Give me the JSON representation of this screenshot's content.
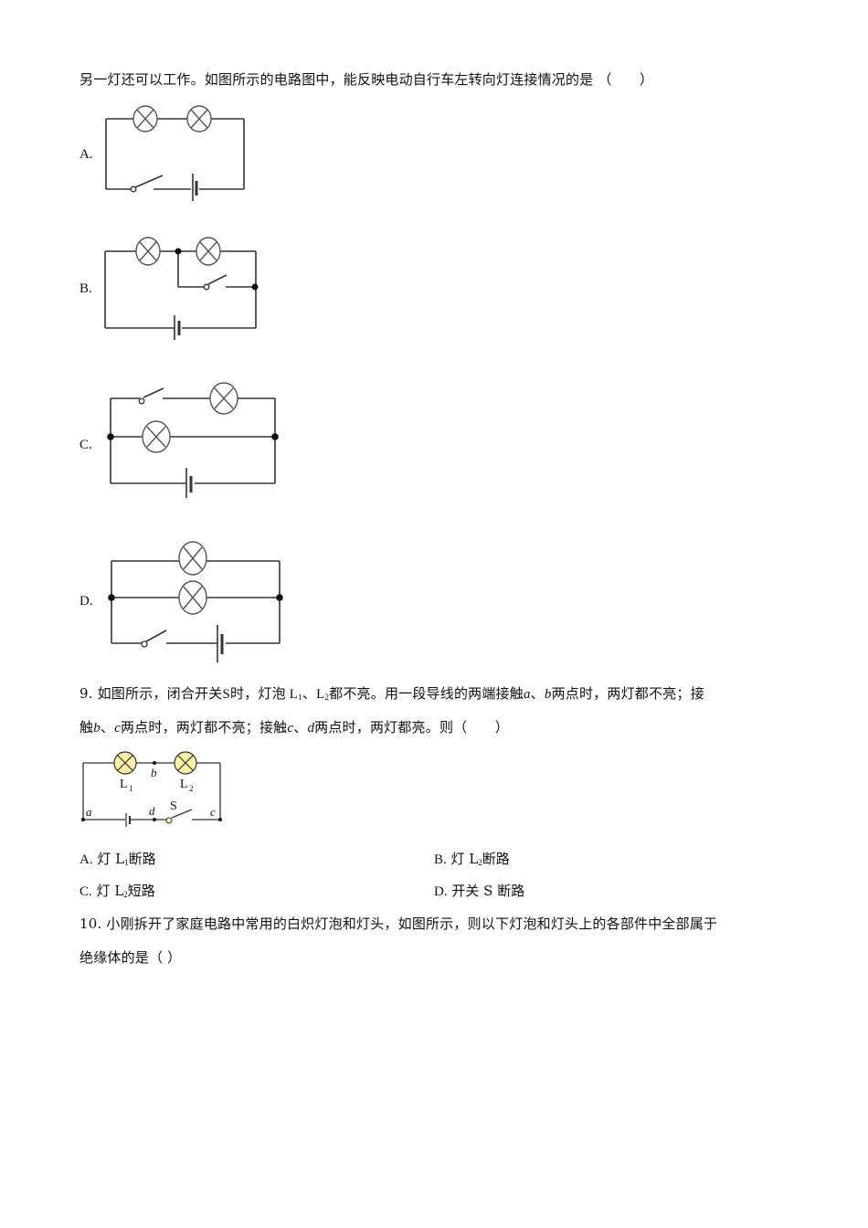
{
  "q8": {
    "stem_tail": "另一灯还可以工作。如图所示的电路图中，能反映电动自行车左转向灯连接情况的是 （　　）",
    "options": [
      {
        "label": "A.",
        "figure": "series-two-lamps-switch-battery"
      },
      {
        "label": "B.",
        "figure": "series-lamps-switch-parallel-to-second-lamp"
      },
      {
        "label": "C.",
        "figure": "parallel-lamps-switch-on-top-branch"
      },
      {
        "label": "D.",
        "figure": "parallel-lamps-switch-in-main-line"
      }
    ]
  },
  "q9": {
    "line1_a": "9. 如图所示，闭合开关",
    "S": "S",
    "line1_b": "时，灯泡",
    "L": "L",
    "sub1": "1",
    "sep": "、",
    "sub2": "2",
    "line1_c": "都不亮。用一段导线的两端接触",
    "pa": "a",
    "pb": "b",
    "pc": "c",
    "pd": "d",
    "line1_d": "两点时，两灯都不亮；接",
    "line2_a": "触",
    "line2_b": "两点时，两灯都不亮；接触",
    "line2_c": "两点时，两灯都亮。则（　　）",
    "figure": {
      "labels": {
        "L1": "L",
        "L1_sub": "1",
        "L2": "L",
        "L2_sub": "2",
        "switch": "S",
        "a": "a",
        "b": "b",
        "c": "c",
        "d": "d"
      },
      "lamp_fill": "#fdf1a8"
    },
    "choices": [
      {
        "label": "A.",
        "pre": "灯 L",
        "sub": "1",
        "post": "断路"
      },
      {
        "label": "B.",
        "pre": "灯 L",
        "sub": "2",
        "post": "断路"
      },
      {
        "label": "C.",
        "pre": "灯 L",
        "sub": "2",
        "post": "短路"
      },
      {
        "label": "D.",
        "pre": "开关 S ",
        "sub": "",
        "post": "断路"
      }
    ]
  },
  "q10": {
    "line1": "10. 小刚拆开了家庭电路中常用的白炽灯泡和灯头，如图所示，则以下灯泡和灯头上的各部件中全部属于",
    "line2": "绝缘体的是（ ）"
  }
}
